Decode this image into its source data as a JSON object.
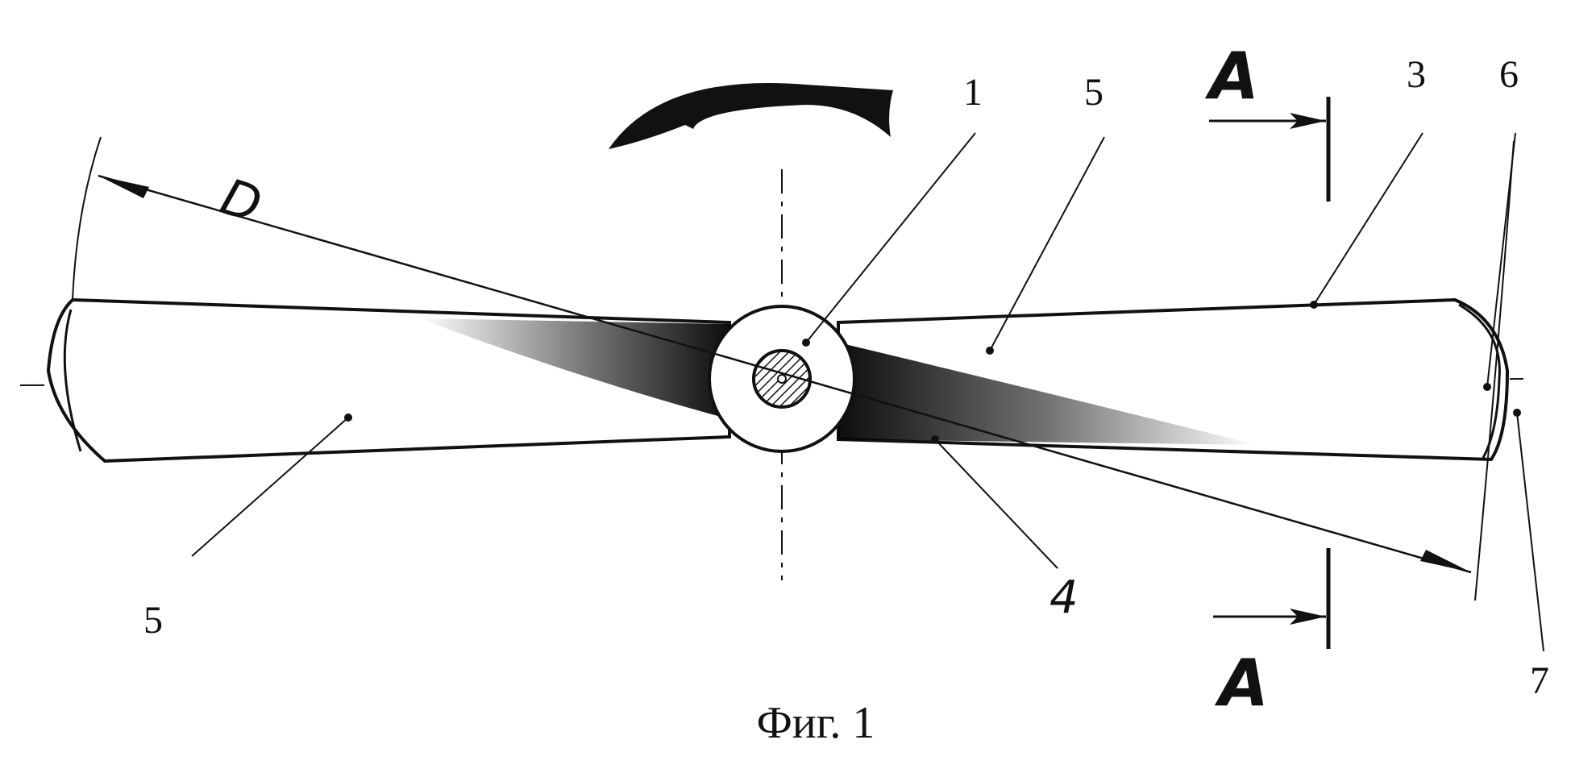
{
  "figure": {
    "caption": "Фиг. 1",
    "section_label_top": "A",
    "section_label_bottom": "A",
    "dimension_label": "D",
    "callouts": {
      "hub": "1",
      "blade_right": "5",
      "leading_edge": "3",
      "tip": "6",
      "blade_left": "5",
      "trailing_edge": "4",
      "tip_edge": "7"
    },
    "colors": {
      "ink": "#111111",
      "paper": "#ffffff"
    }
  }
}
